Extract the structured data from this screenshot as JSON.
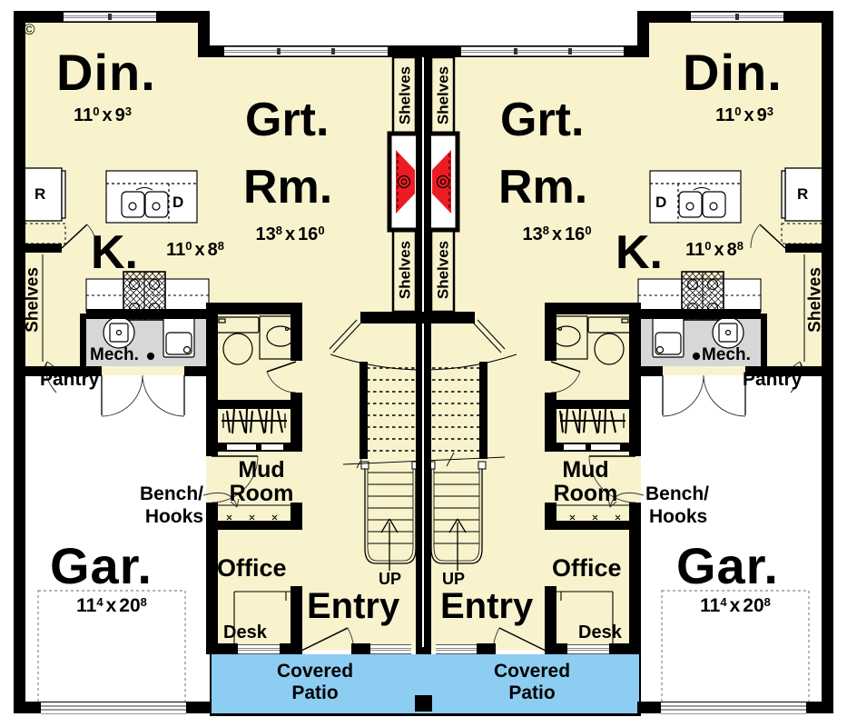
{
  "meta": {
    "copyright": "©"
  },
  "labels": {
    "dining": "Din.",
    "great_1": "Grt.",
    "great_2": "Rm.",
    "kitchen": "K.",
    "garage": "Gar.",
    "mech": "Mech.",
    "pantry": "Pantry",
    "shelves": "Shelves",
    "mud_1": "Mud",
    "mud_2": "Room",
    "bench_1": "Bench/",
    "bench_2": "Hooks",
    "office": "Office",
    "desk": "Desk",
    "entry": "Entry",
    "up": "UP",
    "patio_1": "Covered",
    "patio_2": "Patio",
    "fridge": "R",
    "dishwasher": "D"
  },
  "dimensions": {
    "dining": {
      "a_ft": "11",
      "a_in": "0",
      "sep": "x",
      "b_ft": "9",
      "b_in": "3"
    },
    "great": {
      "a_ft": "13",
      "a_in": "8",
      "sep": "x",
      "b_ft": "16",
      "b_in": "0"
    },
    "kitchen": {
      "a_ft": "11",
      "a_in": "0",
      "sep": "x",
      "b_ft": "8",
      "b_in": "8"
    },
    "garage": {
      "a_ft": "11",
      "a_in": "4",
      "sep": "x",
      "b_ft": "20",
      "b_in": "8"
    }
  },
  "colors": {
    "floor": "#f8f3cd",
    "garage_floor": "#ffffff",
    "mech_floor": "#d7d7d7",
    "patio": "#8dcdf2",
    "fireplace": "#ec1c24",
    "wall": "#000000"
  }
}
